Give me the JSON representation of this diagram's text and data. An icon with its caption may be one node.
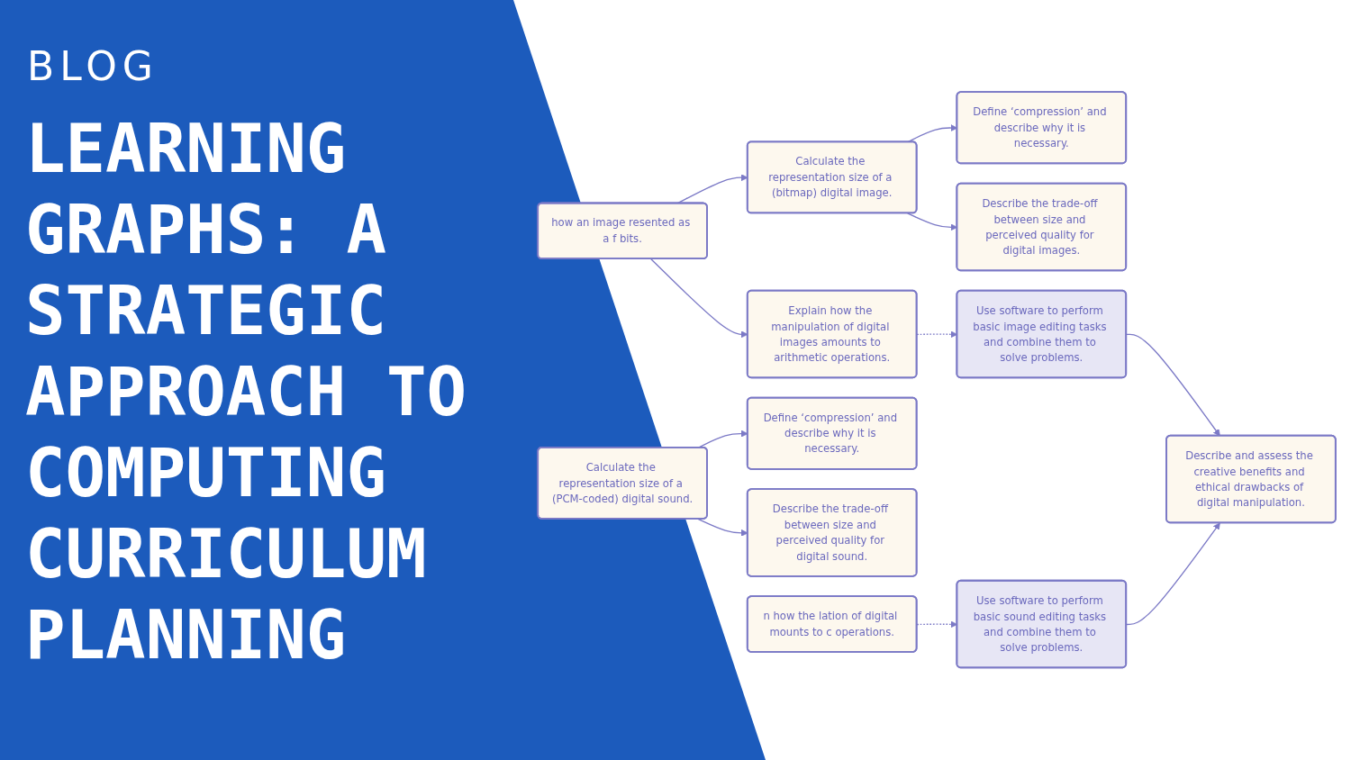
{
  "diagram": {
    "title": "LEARNING GRAPHS: A STRATEGIC APPROACH TO COMPUTING CURRICULUM PLANNING",
    "nodes": [
      {
        "text": [
          "how an image resented as a f bits."
        ]
      },
      {
        "text": [
          "Calculate the representation size of a (bitmap) digital image."
        ]
      },
      {
        "text": [
          "Define ‘compression’ and describe why it is necessary."
        ]
      },
      {
        "text": [
          "Describe the trade-off between size and perceived quality for digital images."
        ]
      },
      {
        "text": [
          "Explain how the manipulation of digital images amounts to arithmetic operations."
        ]
      },
      {
        "text": [
          "Use software to perform basic image editing tasks and combine them to solve problems."
        ]
      },
      {
        "text": [
          "Calculate the representation size of a (PCM-coded) digital sound."
        ]
      },
      {
        "text": [
          "Define ‘compression’ and describe why it is necessary."
        ]
      },
      {
        "text": [
          "Describe the trade-off between size and perceived quality for digital sound."
        ]
      },
      {
        "text": [
          "n how the lation of digital mounts to c operations."
        ]
      },
      {
        "text": [
          "Use software to perform basic sound editing tasks and combine them to solve problems."
        ]
      },
      {
        "text": [
          "Describe and assess the creative benefits and ethical drawbacks of digital manipulation."
        ]
      }
    ],
    "edges": [
      {
        "from": 0,
        "to": 1,
        "arrow": "to"
      },
      {
        "from": 0,
        "to": 4,
        "arrow": "to"
      },
      {
        "from": 1,
        "to": 2,
        "arrow": "to"
      },
      {
        "from": 1,
        "to": 3,
        "arrow": "to"
      },
      {
        "from": 4,
        "to": 5,
        "arrow": "to",
        "style": "dashed"
      },
      {
        "from": 5,
        "to": 11,
        "arrow": "to"
      },
      {
        "from": 6,
        "to": 7,
        "arrow": "to"
      },
      {
        "from": 6,
        "to": 8,
        "arrow": "to"
      },
      {
        "from": 9,
        "to": 10,
        "arrow": "to",
        "style": "dashed"
      },
      {
        "from": 10,
        "to": 11,
        "arrow": "to"
      }
    ],
    "labels": [
      "BLOG"
    ]
  }
}
